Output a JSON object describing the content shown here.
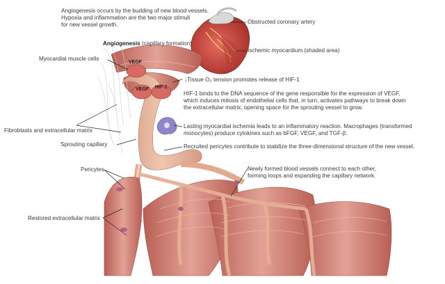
{
  "intro": {
    "line1": "Angiogenesis occurs by the budding of new blood vessels.",
    "line2": "Hypoxia and inflammation are the two major stimuli",
    "line3": "for new vessel growth."
  },
  "title": {
    "bold": "Angiogenesis",
    "rest": "(capillary formation)"
  },
  "heart_labels": {
    "artery": "Obstructed coronary artery",
    "myocardium": "Ischemic myocardium (shaded area)"
  },
  "left_labels": {
    "muscle_cells": "Myocardial muscle cells",
    "fibroblasts": "Fibroblasts and extracellular matrix",
    "sprouting": "Sprouting capillary",
    "pericytes": "Pericytes",
    "restored": "Restored extracellular matrix"
  },
  "tags": {
    "vegf_top": "VEGF",
    "vegf_mid": "VEGF",
    "hif": "HIF-1"
  },
  "right_notes": {
    "hif_release": "↓Tissue O₂ tension promotes release of HIF-1",
    "hif_bind_1": "HIF-1 binds to the DNA sequence of the gene responsible for the expression of VEGF,",
    "hif_bind_2": "which induces mitosis of endothelial cells that, in turn, activates pathways to break down",
    "hif_bind_3": "the extracellular matrix, opening space for the sprouting vessel to grow.",
    "ischemia_1": "Lasting myocardial ischemia leads to an inflammatory reaction. Macrophages (transformed",
    "ischemia_2": "monocytes) produce cytokines such as bFGF, VEGF, and TGF-β.",
    "pericytes_note": "Recruited pericytes contribute to stabilize the three-dimensional structure of the new vessel.",
    "network_1": "Newly formed blood vessels connect to each other,",
    "network_2": "forming loops and expanding the capillary network."
  },
  "colors": {
    "muscle": "#d98a80",
    "muscle_dark": "#b85f55",
    "capillary": "#e8b39a",
    "heart": "#c9413a",
    "macrophage": "#8f86c9"
  }
}
